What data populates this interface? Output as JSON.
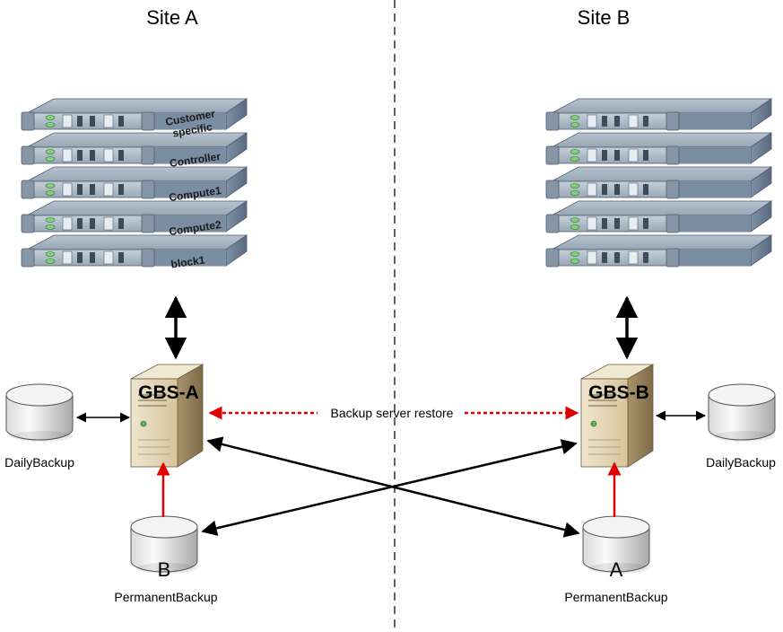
{
  "sites": {
    "a": {
      "title": "Site A"
    },
    "b": {
      "title": "Site B"
    }
  },
  "rack_a": {
    "servers": [
      "Customer specific",
      "Controller",
      "Compute1",
      "Compute2",
      "block1"
    ]
  },
  "rack_b": {
    "servers": [
      "",
      "",
      "",
      "",
      ""
    ]
  },
  "gbs_a": {
    "label": "GBS-A"
  },
  "gbs_b": {
    "label": "GBS-B"
  },
  "link": {
    "restore_label": "Backup server restore"
  },
  "storage": {
    "daily_a": {
      "label": "DailyBackup",
      "letter": ""
    },
    "daily_b": {
      "label": "DailyBackup",
      "letter": ""
    },
    "perm_a": {
      "label": "PermanentBackup",
      "letter": "B"
    },
    "perm_b": {
      "label": "PermanentBackup",
      "letter": "A"
    }
  },
  "colors": {
    "restore_link": "#e00000",
    "permanent_link": "#e00000",
    "data_link": "#000000",
    "rack_body": "#6f8299",
    "tower_body": "#e3d6b6"
  }
}
